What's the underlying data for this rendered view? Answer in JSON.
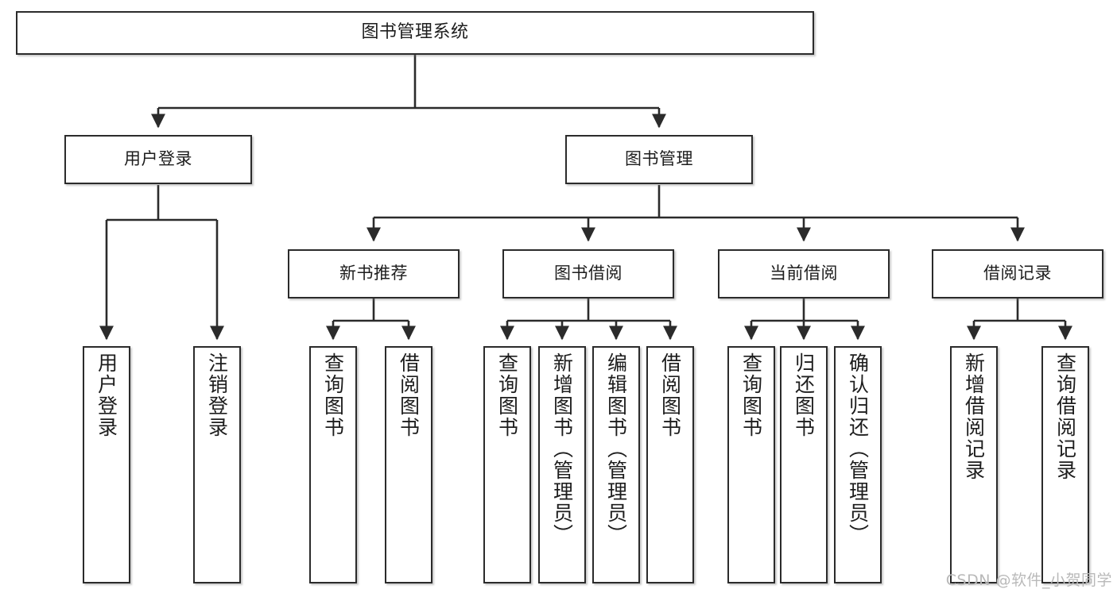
{
  "diagram": {
    "title": "图书管理系统",
    "type": "tree-hierarchy-diagram",
    "watermark": "CSDN @软件_小贺同学",
    "colors": {
      "box_border": "#2b2b2b",
      "box_fill": "#ffffff",
      "connector": "#2b2b2b",
      "text": "#1d1d1d",
      "watermark": "#b9b9b9",
      "background": "#ffffff"
    },
    "root": {
      "id": "root",
      "label": "图书管理系统"
    },
    "level1": [
      {
        "id": "user-login",
        "label": "用户登录"
      },
      {
        "id": "book-management",
        "label": "图书管理"
      }
    ],
    "level2": [
      {
        "id": "new-book-recommend",
        "label": "新书推荐",
        "parent": "book-management"
      },
      {
        "id": "book-borrow",
        "label": "图书借阅",
        "parent": "book-management"
      },
      {
        "id": "current-borrow",
        "label": "当前借阅",
        "parent": "book-management"
      },
      {
        "id": "borrow-record",
        "label": "借阅记录",
        "parent": "book-management"
      }
    ],
    "leaves": [
      {
        "id": "leaf-user-login",
        "label": "用户登录",
        "parent": "user-login"
      },
      {
        "id": "leaf-logout-login",
        "label": "注销登录",
        "parent": "user-login"
      },
      {
        "id": "leaf-query-book-1",
        "label": "查询图书",
        "parent": "new-book-recommend"
      },
      {
        "id": "leaf-borrow-book-1",
        "label": "借阅图书",
        "parent": "new-book-recommend"
      },
      {
        "id": "leaf-query-book-2",
        "label": "查询图书",
        "parent": "book-borrow"
      },
      {
        "id": "leaf-add-book-admin",
        "label": "新增图书（管理员）",
        "parent": "book-borrow"
      },
      {
        "id": "leaf-edit-book-admin",
        "label": "编辑图书（管理员）",
        "parent": "book-borrow"
      },
      {
        "id": "leaf-borrow-book-2",
        "label": "借阅图书",
        "parent": "book-borrow"
      },
      {
        "id": "leaf-query-book-3",
        "label": "查询图书",
        "parent": "current-borrow"
      },
      {
        "id": "leaf-return-book",
        "label": "归还图书",
        "parent": "current-borrow"
      },
      {
        "id": "leaf-confirm-return-admin",
        "label": "确认归还（管理员）",
        "parent": "current-borrow"
      },
      {
        "id": "leaf-add-borrow-record",
        "label": "新增借阅记录",
        "parent": "borrow-record"
      },
      {
        "id": "leaf-query-borrow-record",
        "label": "查询借阅记录",
        "parent": "borrow-record"
      }
    ]
  }
}
